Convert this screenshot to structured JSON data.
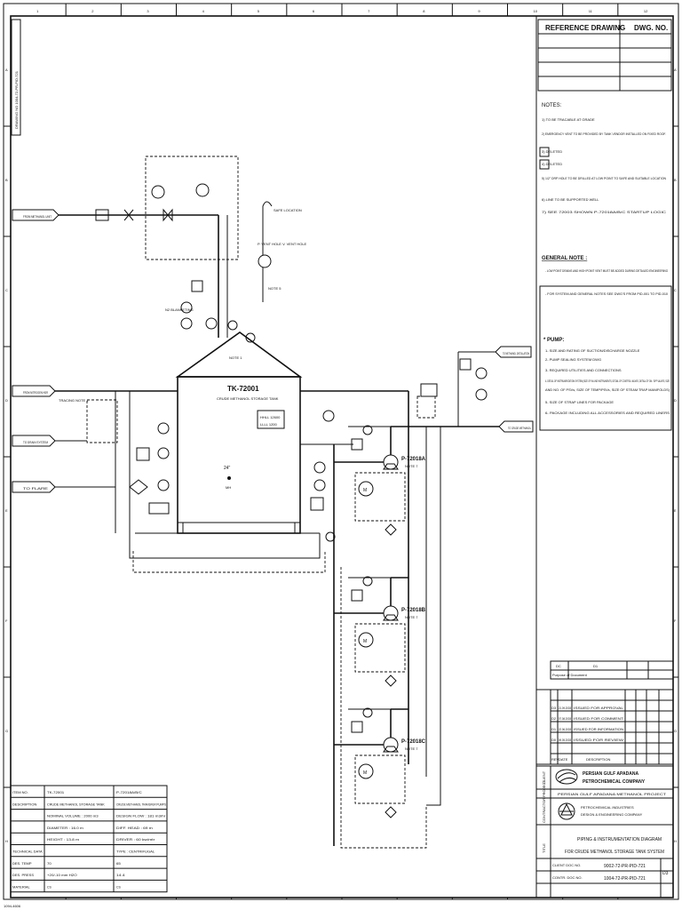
{
  "border": {
    "columns": [
      "1",
      "2",
      "3",
      "4",
      "5",
      "6",
      "7",
      "8",
      "9",
      "10",
      "11",
      "12"
    ],
    "rows": [
      "A",
      "B",
      "C",
      "D",
      "E",
      "F",
      "G",
      "H"
    ],
    "side_label": "DRAWING NO 1004-72-PR-PID-721",
    "corner_label": "1094-4606"
  },
  "reference_table": {
    "col_drawing": "REFERENCE DRAWING",
    "col_dwg_no": "DWG. NO."
  },
  "notes": {
    "heading": "NOTES:",
    "items": [
      "1) TO BE TRACABLE AT GRADE",
      "2) EMERGENCY VENT TO BE PROVIDED BY TANK VENDOR INSTALLED ON FIXED ROOF.",
      "3) DELETED",
      "4) DELETED",
      "5) 1/2\" DRP HOLE TO BE DRILLED AT LOW POINT TO SAFE AND SUITABLE LOCATION",
      "6) LINE TO BE SUPPORTED WELL",
      "7) SEE 72003 SHOWN P-72018A/B/C STARTUP LOGIC"
    ]
  },
  "general_note": {
    "heading": "GENERAL NOTE :",
    "items": [
      "- LOW POINT DRAINS AND HIGH POINT VENT MUST BE ADDED DURING DETAILED ENGINEERING",
      "- FOR SYSTEM AND GENERAL NOTES SEE DWG'S FROM PID-001 TO PID-010"
    ]
  },
  "pump_note": {
    "heading": "* PUMP:",
    "items": [
      "1- SIZE AND RATING OF SUCTION/DISCHARGE NOZZLE",
      "2- PUMP SEALING SYSTEM DWG",
      "3- REQUIRED UTILITIES AND CONNECTIONS",
      "4- DETAIL OF INSTRUMENTATION SYSTEM (SIZE OF IN LINE INSTRUMENTS, DETAIL OF CONTROL VALVES, DETAIL OF ON / OFF VALVES, SIZE",
      "AND NO. OF PSVs, SIZE OF TEMP/PSVs, SIZE OF STEAM TRAP MANIFOLDS)",
      "5- SIZE OF STRAP LINES FOR PACKAGE",
      "6- PACKAGE INCLUDING ALL ACCESSORIES AND REQUIRED LINERS"
    ]
  },
  "tank": {
    "tag": "TK-72001",
    "service": "CRUDE METHANOL STORAGE TANK",
    "nozzle_size": "24\"",
    "nozzle_label": "MH",
    "hll": "HHLL 12600",
    "lll": "LLLL 1200"
  },
  "pumps": [
    {
      "tag": "P-72018A",
      "note": "NOTE 7"
    },
    {
      "tag": "P-72018B",
      "note": "NOTE 7"
    },
    {
      "tag": "P-72018C",
      "note": "NOTE 7"
    }
  ],
  "offpage": {
    "left_1": "FROM METHANOL UNIT",
    "left_2": "FROM NITROGEN HDR",
    "left_3": "TO DRAIN SYSTEM",
    "left_4": "TO FLARE",
    "right_1": "TO METHANOL DISTILLATION",
    "right_2": "TO CRUDE METHANOL"
  },
  "process_labels": {
    "safe_location": "SAFE LOCATION",
    "vent_note": "P. VENT HOLE\n V. VENT HOLE",
    "note_5": "NOTE 5",
    "note_1": "NOTE 1",
    "n2_label": "N2 BLANKETING",
    "tracing": "TRACING NOTE 1"
  },
  "equipment_data": {
    "rows": [
      {
        "label": "ITEM NO.",
        "v1": "TK-72001",
        "v2": "P-72018A/B/C"
      },
      {
        "label": "DESCRIPTION",
        "v1": "CRUDE METHANOL STORAGE TANK",
        "v2": "CRUDE METHANOL TRANSFER PUMPS"
      },
      {
        "label": "",
        "v1": "NOMINAL VOLUME : 2000 m3",
        "v2": "DESIGN FLOW : 181 m3/hr"
      },
      {
        "label": "",
        "v1": "DIAMETER : 16.0 m",
        "v2": "DIFF. HEAD : 69 m"
      },
      {
        "label": "",
        "v1": "HEIGHT : 13.8 m",
        "v2": "DRIVER : 60 kw/mtr"
      },
      {
        "label": "TECHNICAL DATA",
        "v1": "",
        "v2": "TYPE : CENTRIFUGAL"
      },
      {
        "label": "DES. TEMP",
        "v1": "70",
        "v2": "65"
      },
      {
        "label": "DES. PRESS",
        "v1": "+20/-10 mm H2O",
        "v2": "14.4"
      },
      {
        "label": "MATERIAL",
        "v1": "CS",
        "v2": "CS"
      }
    ]
  },
  "revision": {
    "status_code": "DC",
    "status_value": "D1",
    "status_label": "Purpose of Document",
    "rows": [
      {
        "rev": "D3",
        "date": "21.09.2003",
        "desc": "ISSUED FOR APPROVAL"
      },
      {
        "rev": "D2",
        "date": "07.08.2003",
        "desc": "ISSUED FOR COMMENT"
      },
      {
        "rev": "D1",
        "date": "22.06.2003",
        "desc": "ISSUED FOR INFORMATION"
      },
      {
        "rev": "D0",
        "date": "09.05.2003",
        "desc": "ISSUED FOR REVIEW"
      }
    ],
    "header": {
      "rev": "REV.",
      "date": "DATE",
      "desc": "DESCRIPTION"
    }
  },
  "title_block": {
    "owner_line1": "PERSIAN GULF APADANA",
    "owner_line2": "PETROCHEMICAL COMPANY",
    "project": "PERSIAN GULF APADANA METHANOL PROJECT",
    "contractor_line1": "PETROCHEMICAL INDUSTRIES",
    "contractor_line2": "DESIGN & ENGINEERING COMPANY",
    "title_line1": "PIPING & INSTRUMENTATION DIAGRAM",
    "title_line2": "FOR CRUDE METHANOL STORAGE TANK SYSTEM",
    "doc_no_1": "9002-72-PR-PID-721",
    "doc_no_2": "1004-72-PR-PID-721",
    "rev_box": "D3",
    "label_client": "CLIENT",
    "label_project": "PROJECT",
    "label_contractor": "CONTRACTOR",
    "label_title": "TITLE",
    "label_client_no": "CLIENT DOC NO.",
    "label_contr_no": "CONTR. DOC NO."
  }
}
